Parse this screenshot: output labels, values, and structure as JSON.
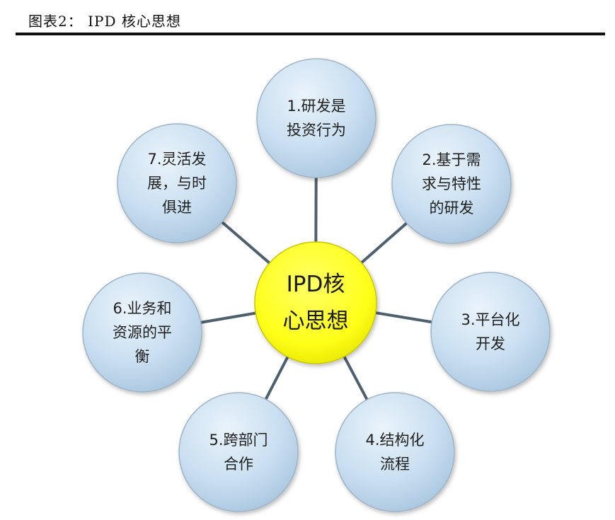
{
  "figure": {
    "caption": "图表2：  IPD 核心思想"
  },
  "colors": {
    "center_fill": "#ffff1a",
    "node_fill": "#c5dcef",
    "node_stroke": "#9fb4c6",
    "connector": "#4e5f6e"
  },
  "diagram": {
    "center": {
      "lines": [
        "IPD核",
        "心思想"
      ]
    },
    "nodes": [
      {
        "id": "node-1",
        "lines": [
          "1.研发是",
          "投资行为"
        ]
      },
      {
        "id": "node-2",
        "lines": [
          "2.基于需",
          "求与特性",
          "的研发"
        ]
      },
      {
        "id": "node-3",
        "lines": [
          "3.平台化",
          "开发"
        ]
      },
      {
        "id": "node-4",
        "lines": [
          "4.结构化",
          "流程"
        ]
      },
      {
        "id": "node-5",
        "lines": [
          "5.跨部门",
          "合作"
        ]
      },
      {
        "id": "node-6",
        "lines": [
          "6.业务和",
          "资源的平",
          "衡"
        ]
      },
      {
        "id": "node-7",
        "lines": [
          "7.灵活发",
          "展，与时",
          "俱进"
        ]
      }
    ]
  }
}
